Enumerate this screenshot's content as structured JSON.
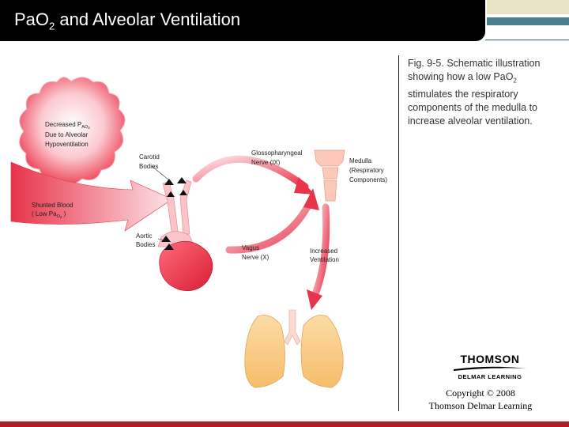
{
  "slide": {
    "title_main": "Pa",
    "title_o": "O",
    "title_sub": "2",
    "title_rest": " and Alveolar Ventilation"
  },
  "caption": {
    "line1": "Fig. 9-5.  Schematic illustration showing how a low Pa",
    "o": "O",
    "sub": "2",
    "line2": " stimulates the respiratory components of the medulla to increase alveolar ventilation."
  },
  "diagram": {
    "labels": {
      "decreased_1": "Decreased P",
      "decreased_sub": "A",
      "decreased_sub2": "O",
      "decreased_sub3": "2",
      "decreased_2": "Due to Alveolar",
      "decreased_3": "Hypoventilation",
      "shunted_1": "Shunted Blood",
      "shunted_2": "( Low Pa",
      "shunted_sub": "O",
      "shunted_sub2": "2",
      "shunted_2b": " )",
      "carotid_1": "Carotid",
      "carotid_2": "Bodies",
      "aortic_1": "Aortic",
      "aortic_2": "Bodies",
      "glosso_1": "Glossopharyngeal",
      "glosso_2": "Nerve (IX)",
      "medulla_1": "Medulla",
      "medulla_2": "(Respiratory",
      "medulla_3": "Components)",
      "vagus_1": "Vagus",
      "vagus_2": "Nerve (X)",
      "increased_1": "Increased",
      "increased_2": "Ventilation"
    }
  },
  "publisher": {
    "name": "THOMSON",
    "sub": "DELMAR LEARNING"
  },
  "copyright": {
    "line1": "Copyright © 2008",
    "line2": "Thomson Delmar Learning"
  },
  "colors": {
    "title_bg": "#000000",
    "bottom_bar": "#b11d24",
    "accent_teal": "#4a7f8c",
    "accent_beige": "#e8e2c6",
    "blood_red": "#e8334a",
    "lung": "#f7c97e"
  }
}
